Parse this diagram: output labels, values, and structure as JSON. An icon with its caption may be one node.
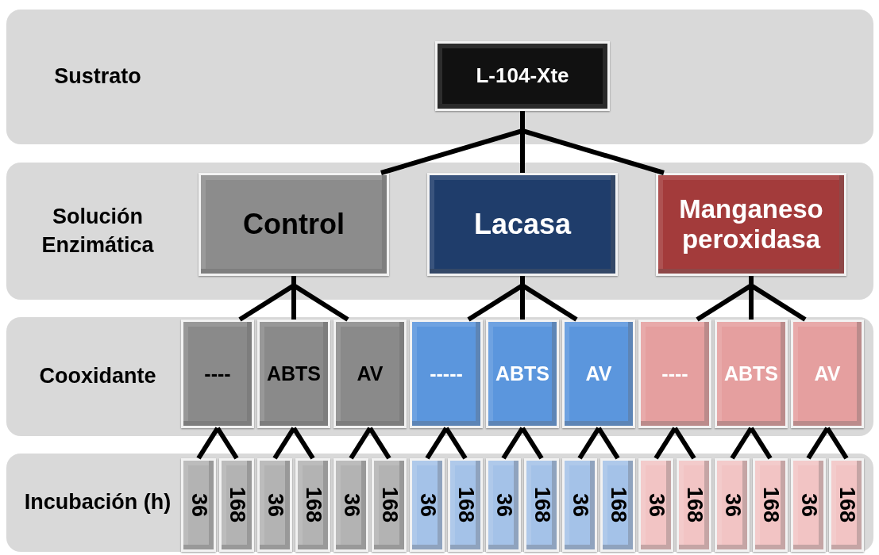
{
  "diagram": {
    "nodes": [
      {
        "text": [
          "Sustrato"
        ]
      },
      {
        "text": [
          "L-104-Xte"
        ],
        "in": 0
      },
      {
        "text": [
          "Solución Enzimática"
        ]
      },
      {
        "text": [
          "Control"
        ],
        "in": 2
      },
      {
        "text": [
          "Lacasa"
        ],
        "in": 2
      },
      {
        "text": [
          "Manganeso peroxidasa"
        ],
        "in": 2
      },
      {
        "text": [
          "Cooxidante"
        ]
      },
      {
        "text": [
          "----"
        ],
        "in": 6
      },
      {
        "text": [
          "ABTS"
        ],
        "in": 6
      },
      {
        "text": [
          "AV"
        ],
        "in": 6
      },
      {
        "text": [
          "-----"
        ],
        "in": 6
      },
      {
        "text": [
          "ABTS"
        ],
        "in": 6
      },
      {
        "text": [
          "AV"
        ],
        "in": 6
      },
      {
        "text": [
          "----"
        ],
        "in": 6
      },
      {
        "text": [
          "ABTS"
        ],
        "in": 6
      },
      {
        "text": [
          "AV"
        ],
        "in": 6
      },
      {
        "text": [
          "Incubación (h)"
        ]
      },
      {
        "text": [
          "36"
        ],
        "in": 16
      },
      {
        "text": [
          "168"
        ],
        "in": 16
      },
      {
        "text": [
          "36"
        ],
        "in": 16
      },
      {
        "text": [
          "168"
        ],
        "in": 16
      },
      {
        "text": [
          "36"
        ],
        "in": 16
      },
      {
        "text": [
          "168"
        ],
        "in": 16
      },
      {
        "text": [
          "36"
        ],
        "in": 16
      },
      {
        "text": [
          "168"
        ],
        "in": 16
      },
      {
        "text": [
          "36"
        ],
        "in": 16
      },
      {
        "text": [
          "168"
        ],
        "in": 16
      },
      {
        "text": [
          "36"
        ],
        "in": 16
      },
      {
        "text": [
          "168"
        ],
        "in": 16
      },
      {
        "text": [
          "36"
        ],
        "in": 16
      },
      {
        "text": [
          "168"
        ],
        "in": 16
      },
      {
        "text": [
          "36"
        ],
        "in": 16
      },
      {
        "text": [
          "168"
        ],
        "in": 16
      },
      {
        "text": [
          "36"
        ],
        "in": 16
      },
      {
        "text": [
          "168"
        ],
        "in": 16
      }
    ],
    "edges": [
      {
        "from": 1,
        "to": 3,
        "arrow": "none"
      },
      {
        "from": 1,
        "to": 4,
        "arrow": "none"
      },
      {
        "from": 1,
        "to": 5,
        "arrow": "none"
      },
      {
        "from": 3,
        "to": 7,
        "arrow": "none"
      },
      {
        "from": 3,
        "to": 8,
        "arrow": "none"
      },
      {
        "from": 3,
        "to": 9,
        "arrow": "none"
      },
      {
        "from": 4,
        "to": 10,
        "arrow": "none"
      },
      {
        "from": 4,
        "to": 11,
        "arrow": "none"
      },
      {
        "from": 4,
        "to": 12,
        "arrow": "none"
      },
      {
        "from": 5,
        "to": 13,
        "arrow": "none"
      },
      {
        "from": 5,
        "to": 14,
        "arrow": "none"
      },
      {
        "from": 5,
        "to": 15,
        "arrow": "none"
      },
      {
        "from": 7,
        "to": 17,
        "arrow": "none"
      },
      {
        "from": 7,
        "to": 18,
        "arrow": "none"
      },
      {
        "from": 8,
        "to": 19,
        "arrow": "none"
      },
      {
        "from": 8,
        "to": 20,
        "arrow": "none"
      },
      {
        "from": 9,
        "to": 21,
        "arrow": "none"
      },
      {
        "from": 9,
        "to": 22,
        "arrow": "none"
      },
      {
        "from": 10,
        "to": 23,
        "arrow": "none"
      },
      {
        "from": 10,
        "to": 24,
        "arrow": "none"
      },
      {
        "from": 11,
        "to": 25,
        "arrow": "none"
      },
      {
        "from": 11,
        "to": 26,
        "arrow": "none"
      },
      {
        "from": 12,
        "to": 27,
        "arrow": "none"
      },
      {
        "from": 12,
        "to": 28,
        "arrow": "none"
      },
      {
        "from": 13,
        "to": 29,
        "arrow": "none"
      },
      {
        "from": 13,
        "to": 30,
        "arrow": "none"
      },
      {
        "from": 14,
        "to": 31,
        "arrow": "none"
      },
      {
        "from": 14,
        "to": 32,
        "arrow": "none"
      },
      {
        "from": 15,
        "to": 33,
        "arrow": "none"
      },
      {
        "from": 15,
        "to": 34,
        "arrow": "none"
      }
    ]
  }
}
